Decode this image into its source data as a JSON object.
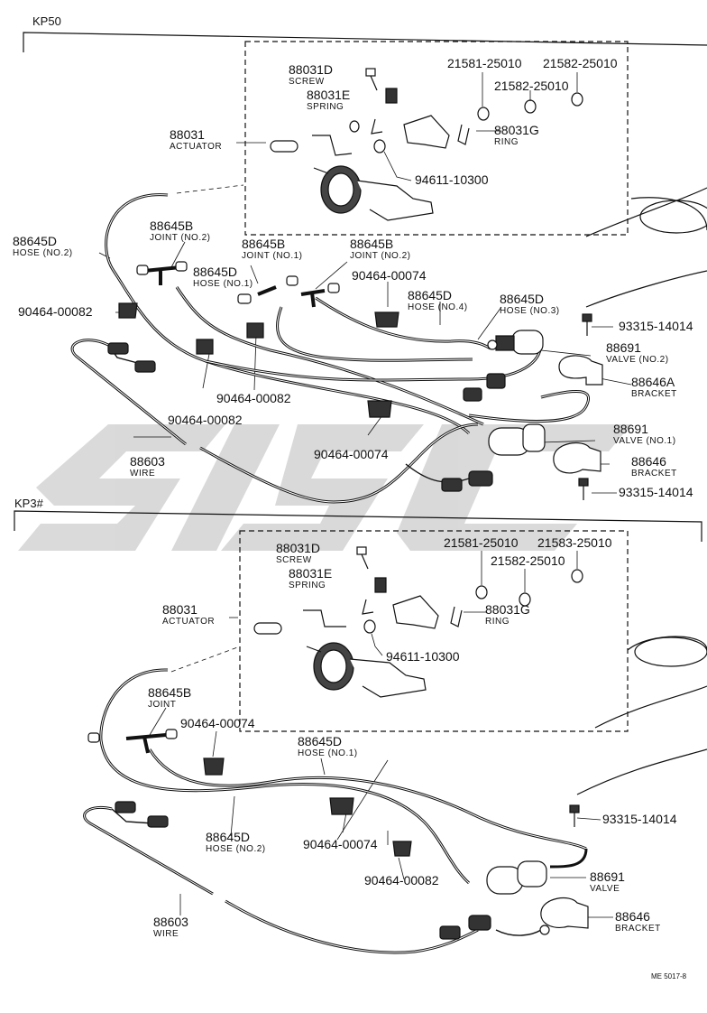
{
  "sections": [
    {
      "model": "KP50"
    },
    {
      "model": "KP3#"
    }
  ],
  "kp50": {
    "parts": [
      {
        "number": "88031D",
        "name": "SCREW"
      },
      {
        "number": "88031E",
        "name": "SPRING"
      },
      {
        "number": "88031",
        "name": "ACTUATOR"
      },
      {
        "number": "21581-25010"
      },
      {
        "number": "21582-25010"
      },
      {
        "number": "21582-25010"
      },
      {
        "number": "88031G",
        "name": "RING"
      },
      {
        "number": "94611-10300"
      },
      {
        "number": "88645D",
        "name": "HOSE (NO.2)"
      },
      {
        "number": "88645B",
        "name": "JOINT (NO.2)"
      },
      {
        "number": "88645B",
        "name": "JOINT (NO.1)"
      },
      {
        "number": "88645B",
        "name": "JOINT (NO.2)"
      },
      {
        "number": "88645D",
        "name": "HOSE (NO.1)"
      },
      {
        "number": "90464-00074"
      },
      {
        "number": "88645D",
        "name": "HOSE (NO.4)"
      },
      {
        "number": "88645D",
        "name": "HOSE (NO.3)"
      },
      {
        "number": "90464-00082"
      },
      {
        "number": "93315-14014"
      },
      {
        "number": "88691",
        "name": "VALVE (NO.2)"
      },
      {
        "number": "88646A",
        "name": "BRACKET"
      },
      {
        "number": "90464-00082"
      },
      {
        "number": "90464-00082"
      },
      {
        "number": "88691",
        "name": "VALVE (NO.1)"
      },
      {
        "number": "88603",
        "name": "WIRE"
      },
      {
        "number": "90464-00074"
      },
      {
        "number": "88646",
        "name": "BRACKET"
      },
      {
        "number": "93315-14014"
      }
    ]
  },
  "kp3": {
    "parts": [
      {
        "number": "88031D",
        "name": "SCREW"
      },
      {
        "number": "88031E",
        "name": "SPRING"
      },
      {
        "number": "88031",
        "name": "ACTUATOR"
      },
      {
        "number": "21581-25010"
      },
      {
        "number": "21583-25010"
      },
      {
        "number": "21582-25010"
      },
      {
        "number": "88031G",
        "name": "RING"
      },
      {
        "number": "94611-10300"
      },
      {
        "number": "88645B",
        "name": "JOINT"
      },
      {
        "number": "90464-00074"
      },
      {
        "number": "88645D",
        "name": "HOSE (NO.1)"
      },
      {
        "number": "93315-14014"
      },
      {
        "number": "88645D",
        "name": "HOSE (NO.2)"
      },
      {
        "number": "90464-00074"
      },
      {
        "number": "90464-00082"
      },
      {
        "number": "88691",
        "name": "VALVE"
      },
      {
        "number": "88603",
        "name": "WIRE"
      },
      {
        "number": "88646",
        "name": "BRACKET"
      }
    ]
  },
  "footer_code": "ME 5017-8",
  "colors": {
    "ink": "#111111",
    "watermark": "#d3d3d3",
    "background": "#ffffff"
  }
}
